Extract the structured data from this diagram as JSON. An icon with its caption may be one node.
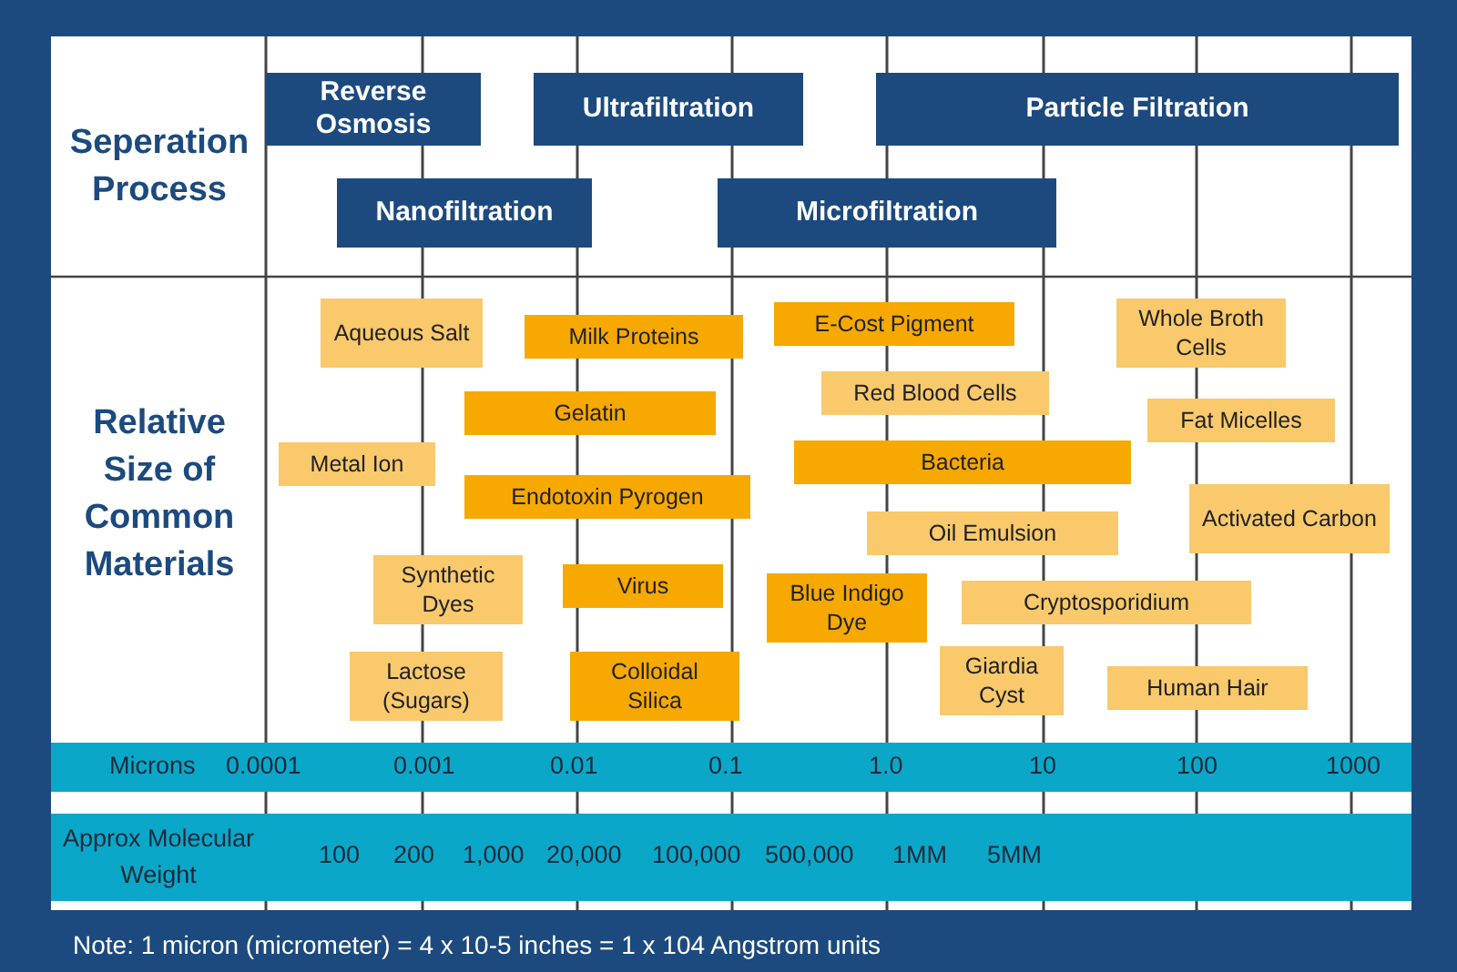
{
  "diagram": {
    "nodes": [
      {
        "text": [
          "Reverse Osmosis"
        ]
      },
      {
        "text": [
          "Ultrafiltration"
        ]
      },
      {
        "text": [
          "Particle Filtration"
        ]
      },
      {
        "text": [
          "Nanofiltration"
        ]
      },
      {
        "text": [
          "Microfiltration"
        ]
      },
      {
        "text": [
          "Aqueous Salt"
        ]
      },
      {
        "text": [
          "Milk Proteins"
        ]
      },
      {
        "text": [
          "E-Cost Pigment"
        ]
      },
      {
        "text": [
          "Whole Broth Cells"
        ]
      },
      {
        "text": [
          "Gelatin"
        ]
      },
      {
        "text": [
          "Red Blood Cells"
        ]
      },
      {
        "text": [
          "Fat Micelles"
        ]
      },
      {
        "text": [
          "Metal Ion"
        ]
      },
      {
        "text": [
          "Bacteria"
        ]
      },
      {
        "text": [
          "Endotoxin Pyrogen"
        ]
      },
      {
        "text": [
          "Activated Carbon"
        ]
      },
      {
        "text": [
          "Oil Emulsion"
        ]
      },
      {
        "text": [
          "Synthetic Dyes"
        ]
      },
      {
        "text": [
          "Virus"
        ]
      },
      {
        "text": [
          "Blue Indigo Dye"
        ]
      },
      {
        "text": [
          "Cryptosporidium"
        ]
      },
      {
        "text": [
          "Lactose (Sugars)"
        ]
      },
      {
        "text": [
          "Colloidal Silica"
        ]
      },
      {
        "text": [
          "Giardia Cyst"
        ]
      },
      {
        "text": [
          "Human Hair"
        ]
      }
    ],
    "labels": [
      "Seperation Process",
      "Relative Size of Common Materials",
      "Microns",
      "0.0001",
      "0.001",
      "0.01",
      "0.1",
      "1.0",
      "10",
      "100",
      "1000",
      "Approx Molecular Weight",
      "100",
      "200",
      "1,000",
      "20,000",
      "100,000",
      "500,000",
      "1MM",
      "5MM",
      "Note: 1 micron (micrometer) = 4 x 10-5 inches = 1 x 104 Angstrom units"
    ]
  }
}
